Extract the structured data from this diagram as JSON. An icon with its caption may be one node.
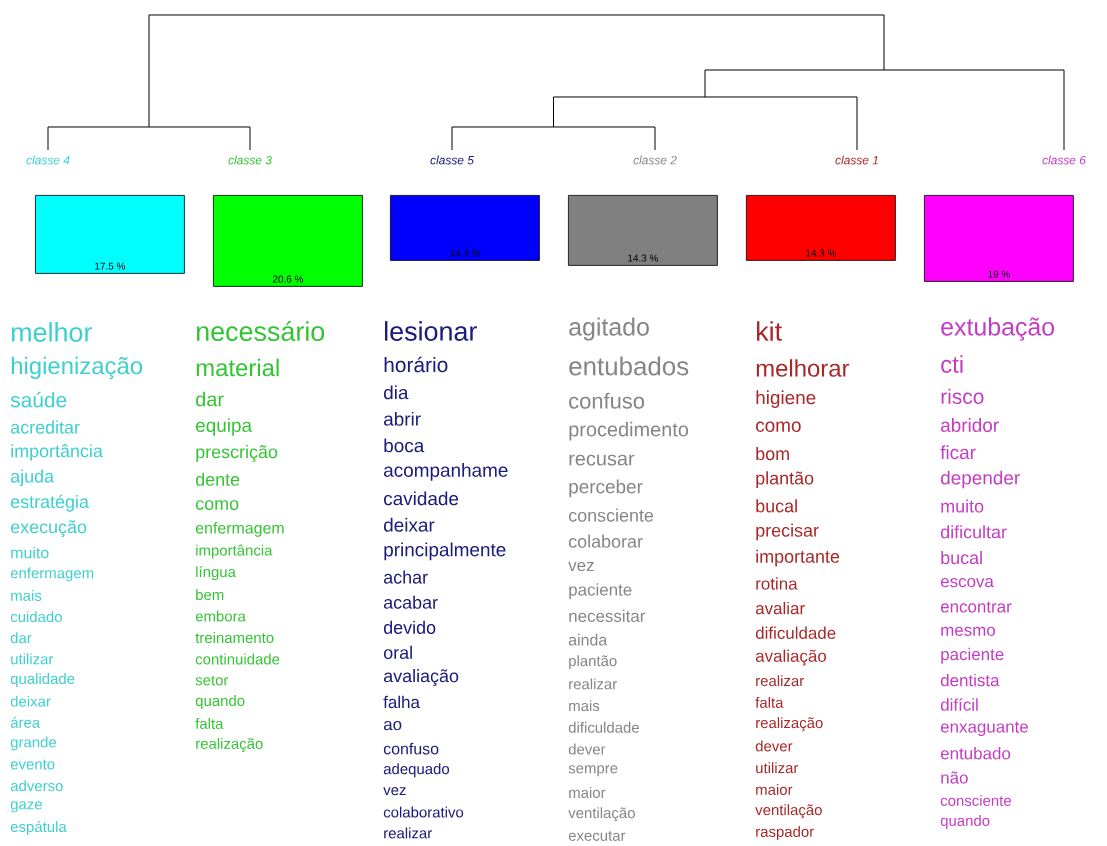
{
  "diagram": {
    "nodes": [
      {
        "text": [
          "classe 4",
          "17.5 %"
        ],
        "beside": [
          "melhor",
          "higienização",
          "saúde",
          "acreditar",
          "importância",
          "ajuda",
          "estratégia",
          "execução",
          "muito",
          "enfermagem",
          "mais",
          "cuidado",
          "dar",
          "utilizar",
          "qualidade",
          "deixar",
          "área",
          "grande",
          "evento",
          "adverso",
          "gaze",
          "espátula"
        ]
      },
      {
        "text": [
          "classe 3",
          "20.6 %"
        ],
        "beside": [
          "necessário",
          "material",
          "dar",
          "equipa",
          "prescrição",
          "dente",
          "como",
          "enfermagem",
          "importância",
          "língua",
          "bem",
          "embora",
          "treinamento",
          "continuidade",
          "setor",
          "quando",
          "falta",
          "realização"
        ]
      },
      {
        "text": [
          "classe 5",
          "14.3 %"
        ],
        "beside": [
          "lesionar",
          "horário",
          "dia",
          "abrir",
          "boca",
          "acompanhame",
          "cavidade",
          "deixar",
          "principalmente",
          "achar",
          "acabar",
          "devido",
          "oral",
          "avaliação",
          "falha",
          "ao",
          "confuso",
          "adequado",
          "vez",
          "colaborativo",
          "realizar"
        ]
      },
      {
        "text": [
          "classe 2",
          "14.3 %"
        ],
        "beside": [
          "agitado",
          "entubados",
          "confuso",
          "procedimento",
          "recusar",
          "perceber",
          "consciente",
          "colaborar",
          "vez",
          "paciente",
          "necessitar",
          "ainda",
          "plantão",
          "realizar",
          "mais",
          "dificuldade",
          "dever",
          "sempre",
          "maior",
          "ventilação",
          "executar"
        ]
      },
      {
        "text": [
          "classe 1",
          "14.3 %"
        ],
        "beside": [
          "kit",
          "melhorar",
          "higiene",
          "como",
          "bom",
          "plantão",
          "bucal",
          "precisar",
          "importante",
          "rotina",
          "avaliar",
          "dificuldade",
          "avaliação",
          "realizar",
          "falta",
          "realização",
          "dever",
          "utilizar",
          "maior",
          "ventilação",
          "raspador"
        ]
      },
      {
        "text": [
          "classe 6",
          "19 %"
        ],
        "beside": [
          "extubação",
          "cti",
          "risco",
          "abridor",
          "ficar",
          "depender",
          "muito",
          "dificultar",
          "bucal",
          "escova",
          "encontrar",
          "mesmo",
          "paciente",
          "dentista",
          "difícil",
          "enxaguante",
          "entubado",
          "não",
          "consciente",
          "quando"
        ]
      }
    ]
  }
}
